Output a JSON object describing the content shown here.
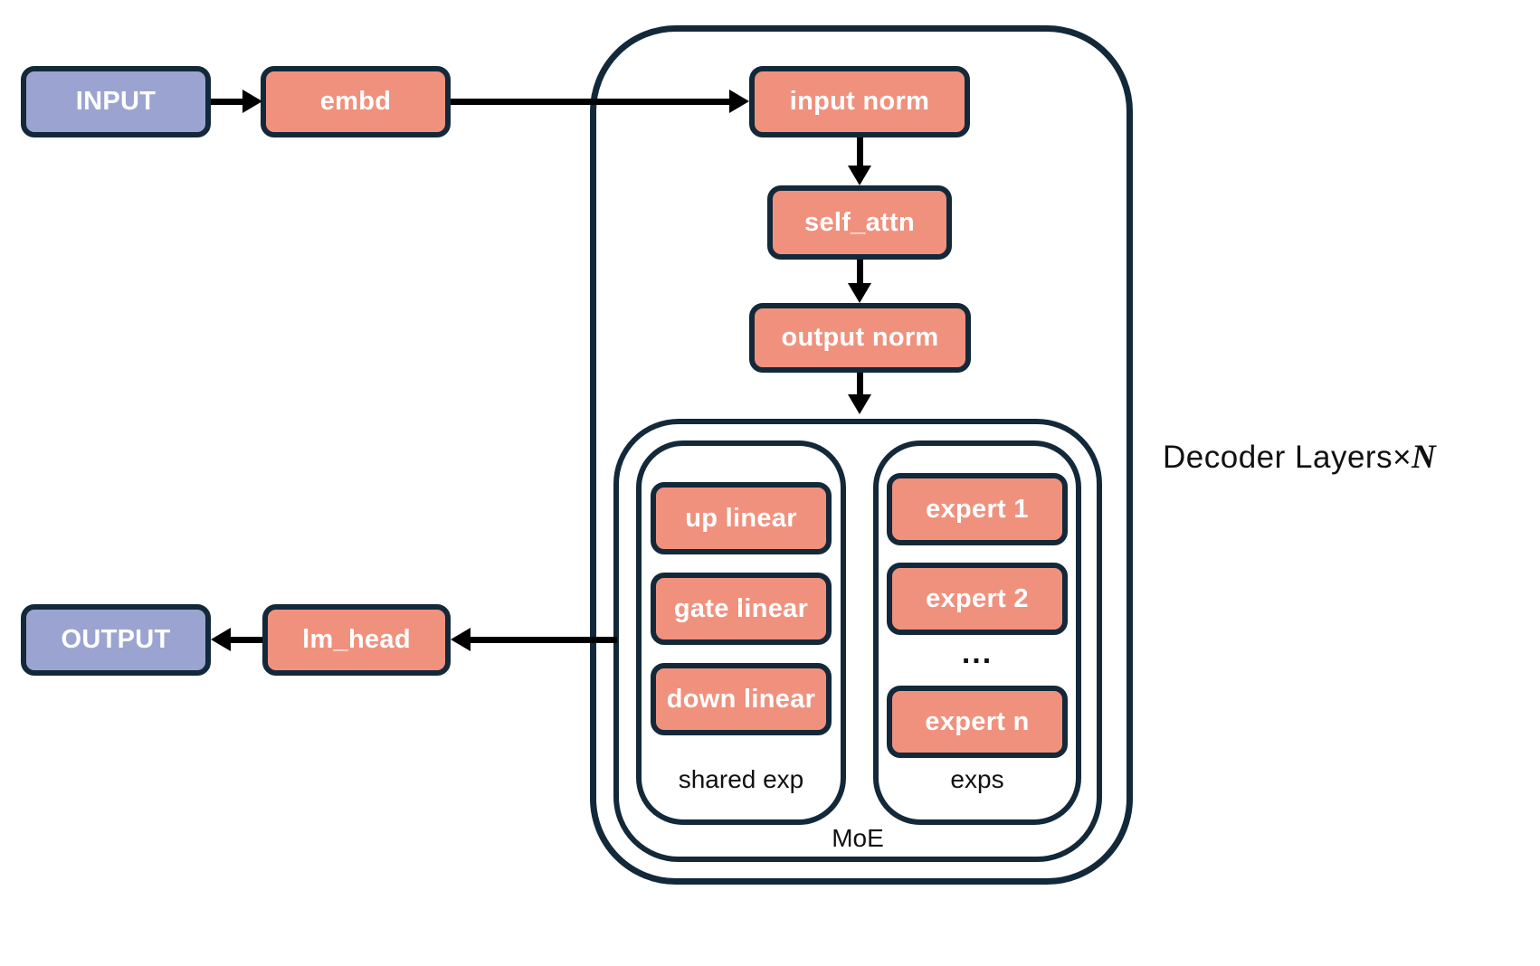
{
  "colors": {
    "canvas_bg": "#FFFFFF",
    "node_fill": "#F0917E",
    "io_fill": "#9BA4D0",
    "border": "#13293A",
    "node_text": "#FFFFFF",
    "label_text": "#111111",
    "arrow": "#000000"
  },
  "nodes": {
    "input": "INPUT",
    "embd": "embd",
    "input_norm": "input norm",
    "self_attn": "self_attn",
    "output_norm": "output norm",
    "up_linear": "up linear",
    "gate_linear": "gate linear",
    "down_linear": "down linear",
    "expert_1": "expert 1",
    "expert_2": "expert 2",
    "expert_n": "expert n",
    "lm_head": "lm_head",
    "output": "OUTPUT"
  },
  "labels": {
    "shared_exp": "shared exp",
    "exps": "exps",
    "moe": "MoE",
    "decoder_prefix": "Decoder Layers",
    "times": "×",
    "n": "N",
    "ellipsis": "..."
  },
  "edges": [
    {
      "from": "INPUT",
      "to": "embd"
    },
    {
      "from": "embd",
      "to": "input norm"
    },
    {
      "from": "input norm",
      "to": "self_attn"
    },
    {
      "from": "self_attn",
      "to": "output norm"
    },
    {
      "from": "output norm",
      "to": "MoE"
    },
    {
      "from": "MoE",
      "to": "lm_head"
    },
    {
      "from": "lm_head",
      "to": "OUTPUT"
    }
  ]
}
